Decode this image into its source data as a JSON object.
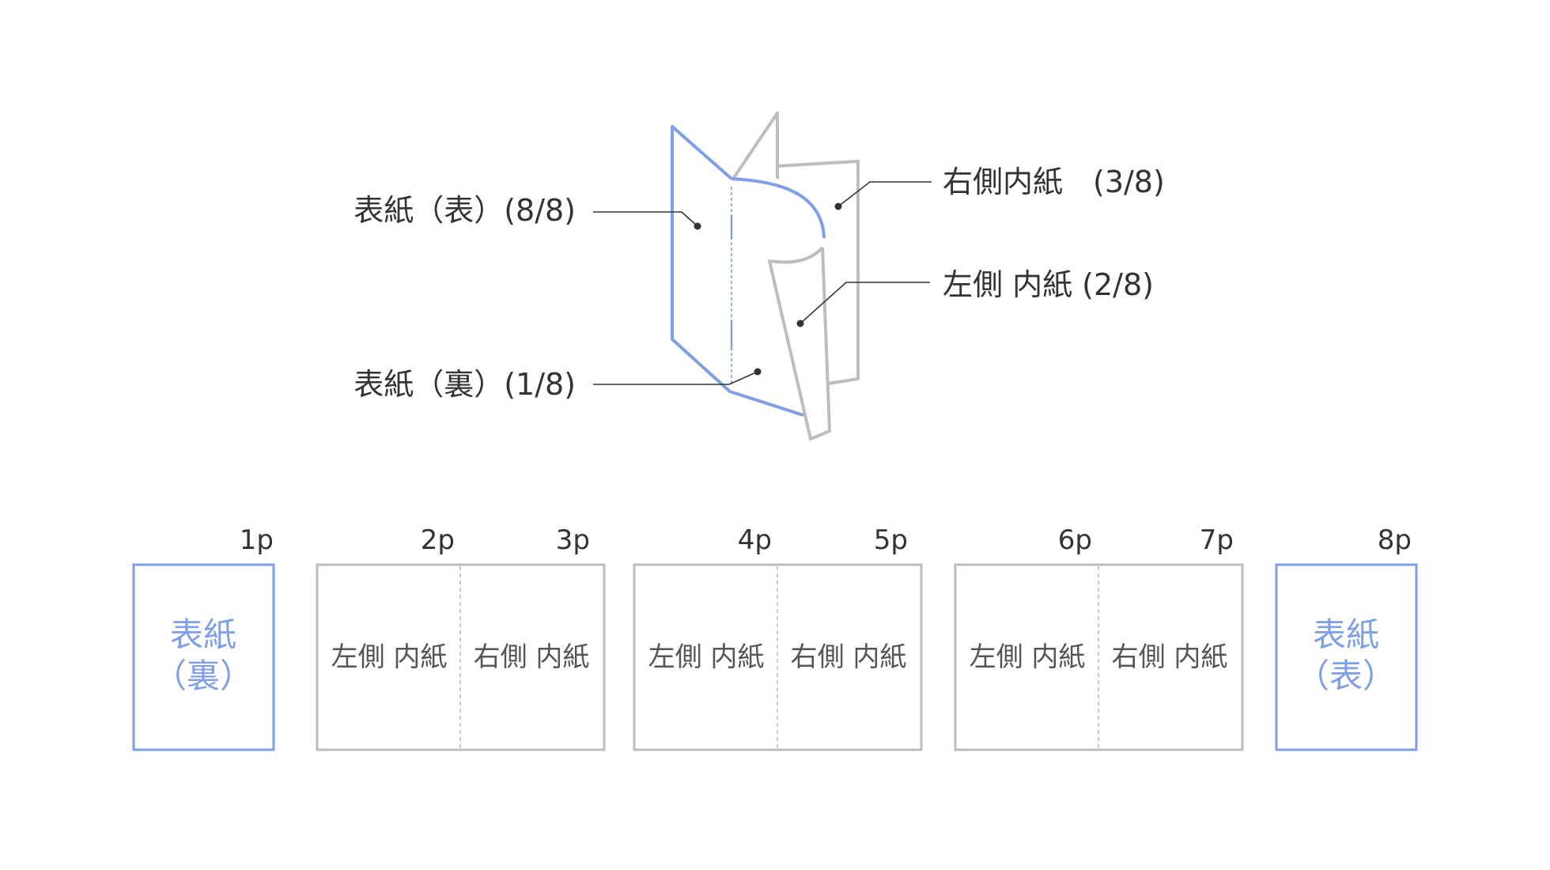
{
  "colors": {
    "cover": "#7f9fe6",
    "inner": "#bdbdbd",
    "text": "#333333",
    "inner_text": "#555555",
    "leader": "#333333"
  },
  "callouts": {
    "cover_front": "表紙（表）(8/8)",
    "cover_back": "表紙（裏）(1/8)",
    "right_inner": "右側内紙　(3/8)",
    "left_inner": "左側 内紙 (2/8)"
  },
  "pages": {
    "p1": "1p",
    "p2": "2p",
    "p3": "3p",
    "p4": "4p",
    "p5": "5p",
    "p6": "6p",
    "p7": "7p",
    "p8": "8p"
  },
  "cover_back_panel": {
    "line1": "表紙",
    "line2": "（裏）"
  },
  "cover_front_panel": {
    "line1": "表紙",
    "line2": "（表）"
  },
  "spreads": [
    {
      "left": "左側 内紙",
      "right": "右側 内紙"
    },
    {
      "left": "左側 内紙",
      "right": "右側 内紙"
    },
    {
      "left": "左側 内紙",
      "right": "右側 内紙"
    }
  ]
}
